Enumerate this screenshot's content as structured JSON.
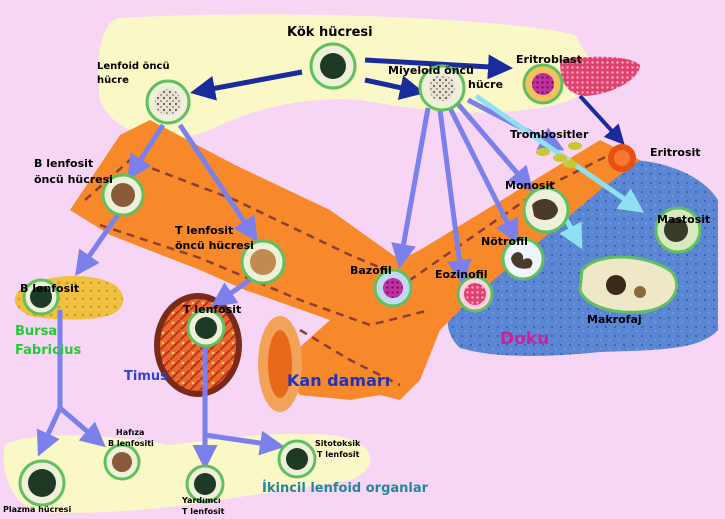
{
  "labels": {
    "stem_cell": "Kök hücresi",
    "lymphoid_progenitor": [
      "Lenfoid öncü",
      "hücre"
    ],
    "myeloid_progenitor": [
      "Miyeloid öncü",
      "hücre"
    ],
    "erythroblast": "Eritroblast",
    "platelets": "Trombositler",
    "erythrocyte": "Eritrosit",
    "b_progenitor": [
      "B lenfosit",
      "öncü hücresi"
    ],
    "t_progenitor": [
      "T lenfosit",
      "öncü hücresi"
    ],
    "monocyte": "Monosit",
    "mast_cell": "Mastosit",
    "neutrophil": "Nötrofil",
    "basophil": "Bazofil",
    "eosinophil": "Eozinofil",
    "macrophage": "Makrofaj",
    "b_lymphocyte": "B lenfosit",
    "bursa": [
      "Bursa",
      "Fabricius"
    ],
    "t_lymphocyte": "T lenfosit",
    "thymus": "Timus",
    "blood_vessel": "Kan damarı",
    "tissue": "Doku",
    "memory_b": [
      "Hafıza",
      "B lenfositi"
    ],
    "cytotoxic_t": [
      "Sitotoksik",
      "T lenfosit"
    ],
    "plasma_cell": "Plazma hücresi",
    "helper_t": [
      "Yardımcı",
      "T lenfosit"
    ],
    "secondary_lymphoid": "İkincil lenfoid organlar"
  },
  "colors": {
    "background": "#f7d6f5",
    "pale_yellow": "#fbf8c8",
    "vessel": "#f8892a",
    "vessel_stripe": "#8a3f36",
    "tissue": "#5a86d4",
    "arrow_blue": "#7b80ea",
    "arrow_dark": "#1a2c9c",
    "cell_ring": "#60c060",
    "nucleus": "#1f3a24",
    "green_label": "#22cc33",
    "doku_label": "#cc2299",
    "kan_label": "#2233bb",
    "timus_label": "#3344cc",
    "organ_label": "#228899"
  }
}
